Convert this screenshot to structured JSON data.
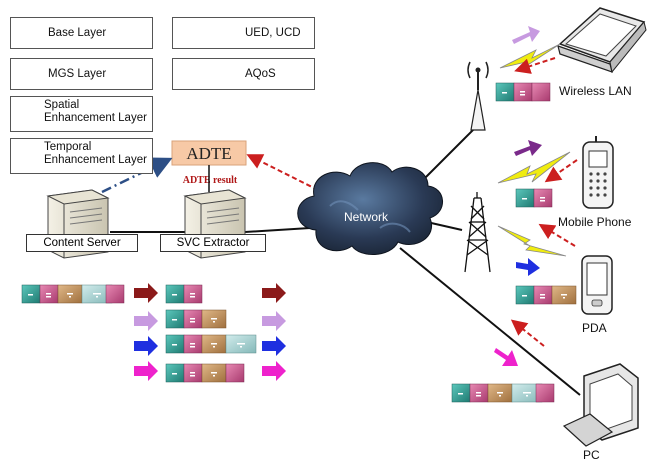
{
  "legend": {
    "base_layer": "Base Layer",
    "mgs_layer": "MGS Layer",
    "spatial_layer": "Spatial Enhancement Layer",
    "temporal_layer": "Temporal Enhancement Layer",
    "ued_ucd": "UED, UCD",
    "aqos": "AQoS"
  },
  "nodes": {
    "adte": "ADTE",
    "adte_result": "ADTE result",
    "content_server": "Content Server",
    "svc_extractor": "SVC Extractor",
    "network": "Network",
    "wireless_lan": "Wireless LAN",
    "mobile_phone": "Mobile Phone",
    "pda": "PDA",
    "pc": "PC"
  },
  "colors": {
    "base": "#2a9a90",
    "mgs": "#c8588c",
    "spatial": "#c2925e",
    "temporal": "#a6d2d2",
    "ued_arrow": "#cc1f1f",
    "aqos_arrow": "#2d4f86",
    "arrow_darkred": "#8b1a1a",
    "arrow_lavender": "#c79ae0",
    "arrow_blue": "#1f2fe0",
    "arrow_magenta": "#ee22cc",
    "arrow_purple": "#7a2a8a",
    "lightning": "#f0ec10",
    "adte_fill": "#f7c9a6",
    "network": "#2d3f5a"
  }
}
